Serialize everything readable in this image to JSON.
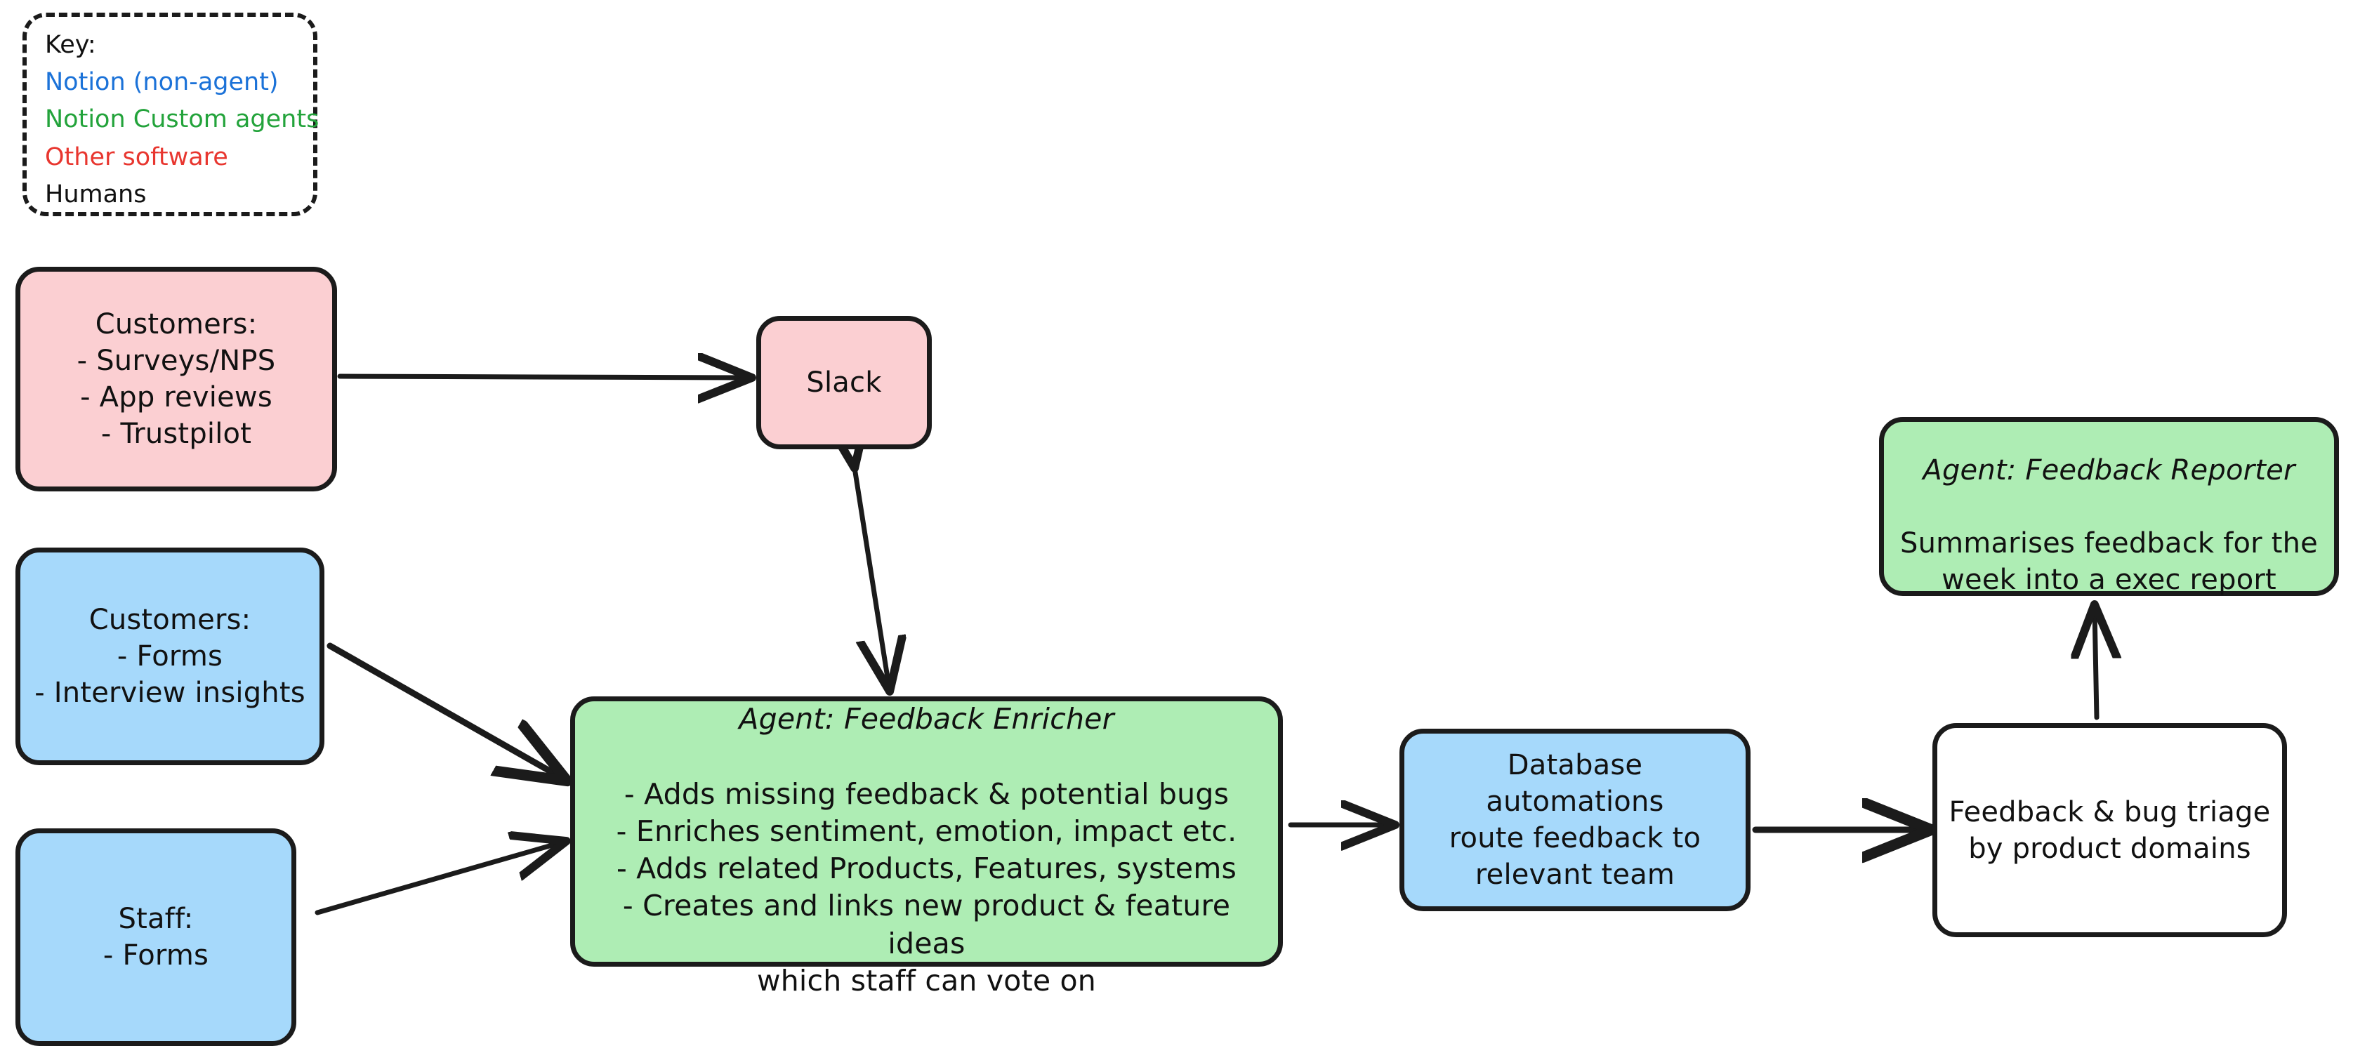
{
  "legend": {
    "title": "Key:",
    "items": [
      {
        "label": "Notion (non-agent)",
        "color": "#1b72d8"
      },
      {
        "label": "Notion Custom agents",
        "color": "#23a33b"
      },
      {
        "label": "Other software",
        "color": "#e8362f"
      },
      {
        "label": "Humans",
        "color": "#111111"
      }
    ]
  },
  "palette": {
    "pink": "#fbcfd2",
    "blue": "#a6d9fb",
    "green": "#aeedb4",
    "white": "#ffffff",
    "stroke": "#1b1b1b"
  },
  "nodes": {
    "customers_pink": {
      "title": "Customers:",
      "lines": [
        "- Surveys/NPS",
        "- App reviews",
        "- Trustpilot"
      ],
      "text": "Customers:\n- Surveys/NPS\n- App reviews\n- Trustpilot",
      "fill": "pink",
      "category": "Other software"
    },
    "slack": {
      "text": "Slack",
      "fill": "pink",
      "category": "Other software"
    },
    "customers_blue": {
      "title": "Customers:",
      "lines": [
        "- Forms",
        "- Interview insights"
      ],
      "text": "Customers:\n- Forms\n- Interview insights",
      "fill": "blue",
      "category": "Notion (non-agent)"
    },
    "staff": {
      "title": "Staff:",
      "lines": [
        "- Forms"
      ],
      "text": "Staff:\n- Forms",
      "fill": "blue",
      "category": "Notion (non-agent)"
    },
    "feedback_enricher": {
      "title": "Agent: Feedback Enricher",
      "lines": [
        "- Adds missing feedback & potential bugs",
        "- Enriches sentiment, emotion, impact etc.",
        "- Adds related Products, Features, systems",
        "- Creates and links new product & feature ideas which staff can vote on"
      ],
      "text": "- Adds missing feedback & potential bugs\n- Enriches sentiment, emotion, impact etc.\n- Adds related Products, Features, systems\n- Creates and links new product & feature ideas\nwhich staff can vote on",
      "fill": "green",
      "category": "Notion Custom agents"
    },
    "db_automations": {
      "text": "Database automations\nroute feedback to\nrelevant team",
      "fill": "blue",
      "category": "Notion (non-agent)"
    },
    "triage": {
      "text": "Feedback & bug triage\nby product domains",
      "fill": "white",
      "category": "Humans"
    },
    "feedback_reporter": {
      "title": "Agent: Feedback Reporter",
      "lines": [
        "Summarises feedback for the",
        "week into a exec report"
      ],
      "text": "Summarises feedback for the\nweek into a exec report",
      "fill": "green",
      "category": "Notion Custom agents"
    }
  },
  "edges": [
    {
      "from": "customers_pink",
      "to": "slack",
      "direction": "one-way"
    },
    {
      "from": "slack",
      "to": "feedback_enricher",
      "direction": "two-way"
    },
    {
      "from": "customers_blue",
      "to": "feedback_enricher",
      "direction": "one-way"
    },
    {
      "from": "staff",
      "to": "feedback_enricher",
      "direction": "one-way"
    },
    {
      "from": "feedback_enricher",
      "to": "db_automations",
      "direction": "one-way"
    },
    {
      "from": "db_automations",
      "to": "triage",
      "direction": "one-way"
    },
    {
      "from": "triage",
      "to": "feedback_reporter",
      "direction": "one-way"
    }
  ]
}
